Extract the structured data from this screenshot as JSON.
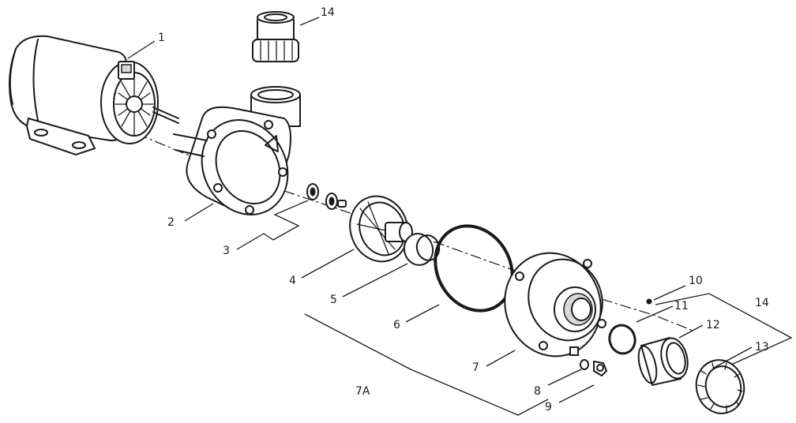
{
  "diagram": {
    "callouts": [
      {
        "id": "c1",
        "label": "1"
      },
      {
        "id": "c2",
        "label": "2"
      },
      {
        "id": "c3",
        "label": "3"
      },
      {
        "id": "c4",
        "label": "4"
      },
      {
        "id": "c5",
        "label": "5"
      },
      {
        "id": "c6",
        "label": "6"
      },
      {
        "id": "c7",
        "label": "7"
      },
      {
        "id": "c7a",
        "label": "7A"
      },
      {
        "id": "c8",
        "label": "8"
      },
      {
        "id": "c9",
        "label": "9"
      },
      {
        "id": "c10",
        "label": "10"
      },
      {
        "id": "c11",
        "label": "11"
      },
      {
        "id": "c12",
        "label": "12"
      },
      {
        "id": "c13",
        "label": "13"
      },
      {
        "id": "c14top",
        "label": "14"
      },
      {
        "id": "c14right",
        "label": "14"
      }
    ]
  }
}
